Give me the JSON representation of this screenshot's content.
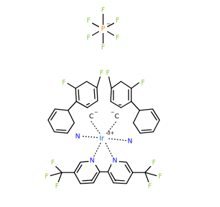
{
  "structure": {
    "counterion": {
      "fluorine_symbol": "F",
      "phosphorus_symbol": "P",
      "charge": "−"
    },
    "metal": {
      "symbol": "Ir",
      "charge": "3+"
    },
    "cyclometalated_ligand_left": {
      "fluorine_symbol": "F",
      "nitrogen_symbol": "N",
      "carbon_symbol": "C",
      "carbon_charge": "−"
    },
    "cyclometalated_ligand_right": {
      "fluorine_symbol": "F",
      "nitrogen_symbol": "N",
      "carbon_symbol": "C",
      "carbon_charge": "−"
    },
    "bipyridine_ligand": {
      "fluorine_symbol": "F",
      "nitrogen_symbol": "N"
    },
    "colors": {
      "fluorine": "#8cc63f",
      "phosphorus": "#ff8000",
      "nitrogen": "#0000ff",
      "iridium": "#0e5ba1",
      "bond": "#000000"
    }
  }
}
